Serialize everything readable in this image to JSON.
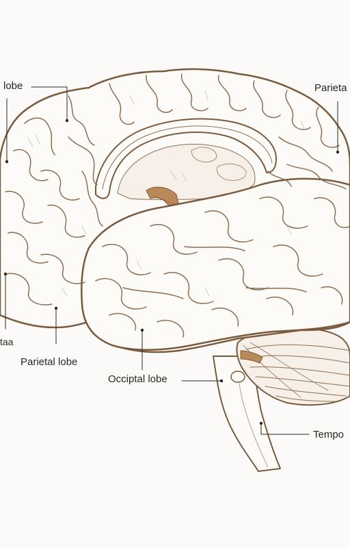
{
  "colors": {
    "background": "#fbfaf8",
    "outline": "#7a5a3c",
    "fill": "#fdfbf8",
    "shade": "#f1ebe3",
    "accent": "#b9895a",
    "leader": "#2b2520"
  },
  "labels": {
    "top_left": "lobe",
    "top_right": "Parieta",
    "left_cut": "taa",
    "parietal_bottom": "Parietal lobe",
    "occipital": "Occiptal lobe",
    "temporal": "Tempo"
  }
}
